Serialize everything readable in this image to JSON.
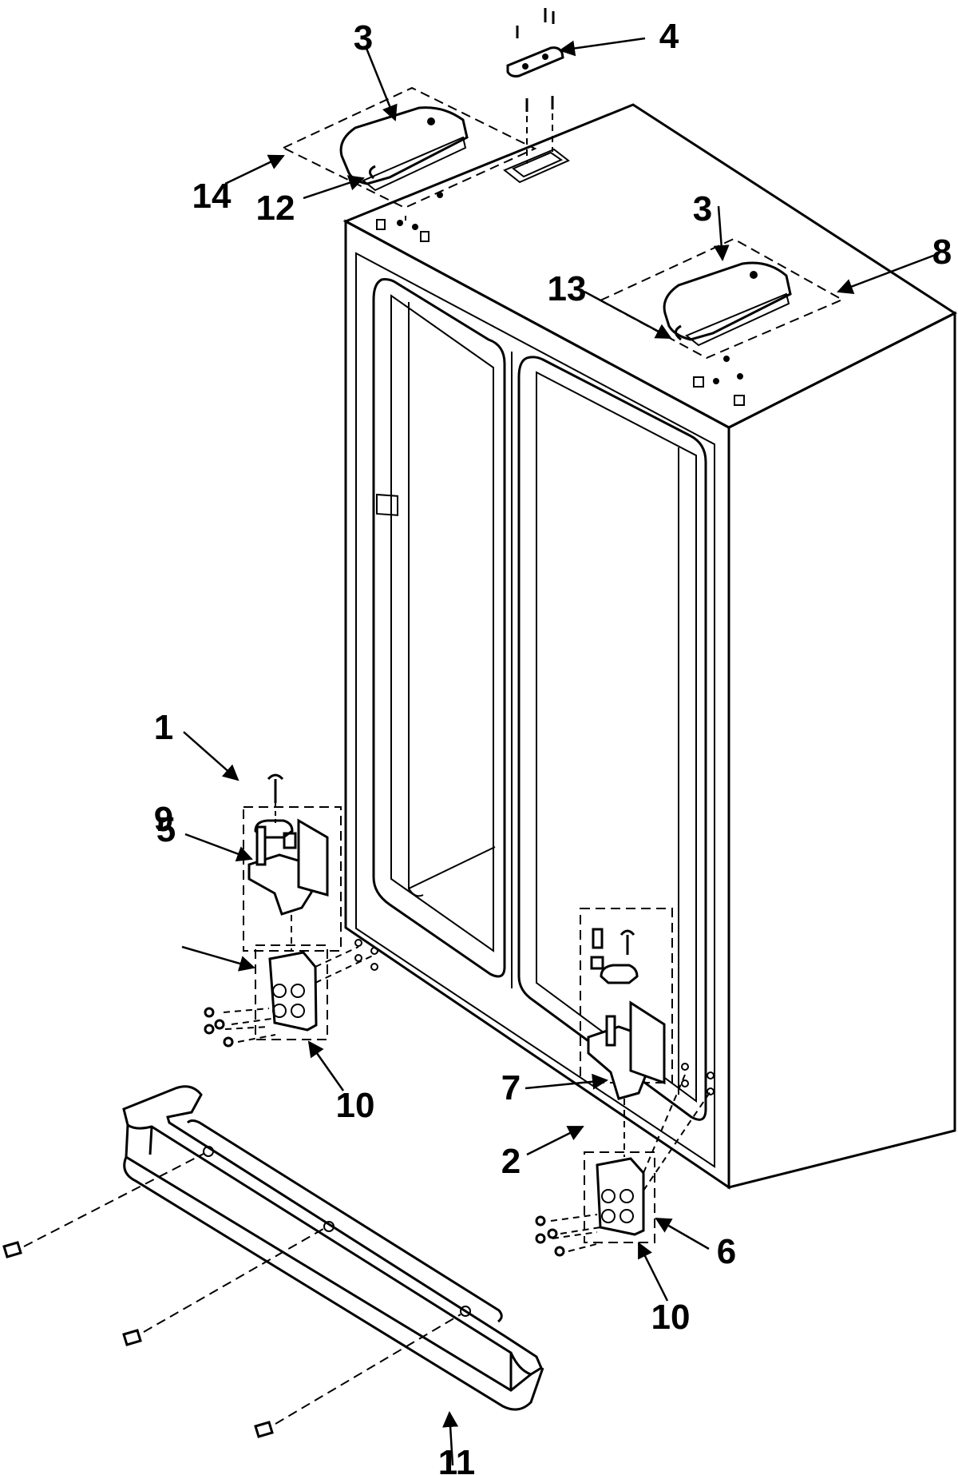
{
  "diagram": {
    "callouts": [
      {
        "id": "c1",
        "label": "1"
      },
      {
        "id": "c2",
        "label": "2"
      },
      {
        "id": "c3a",
        "label": "3"
      },
      {
        "id": "c3b",
        "label": "3"
      },
      {
        "id": "c4",
        "label": "4"
      },
      {
        "id": "c5",
        "label": "5"
      },
      {
        "id": "c6",
        "label": "6"
      },
      {
        "id": "c7",
        "label": "7"
      },
      {
        "id": "c8",
        "label": "8"
      },
      {
        "id": "c9",
        "label": "9"
      },
      {
        "id": "c10a",
        "label": "10"
      },
      {
        "id": "c10b",
        "label": "10"
      },
      {
        "id": "c11",
        "label": "11"
      },
      {
        "id": "c12",
        "label": "12"
      },
      {
        "id": "c13",
        "label": "13"
      },
      {
        "id": "c14",
        "label": "14"
      }
    ]
  }
}
